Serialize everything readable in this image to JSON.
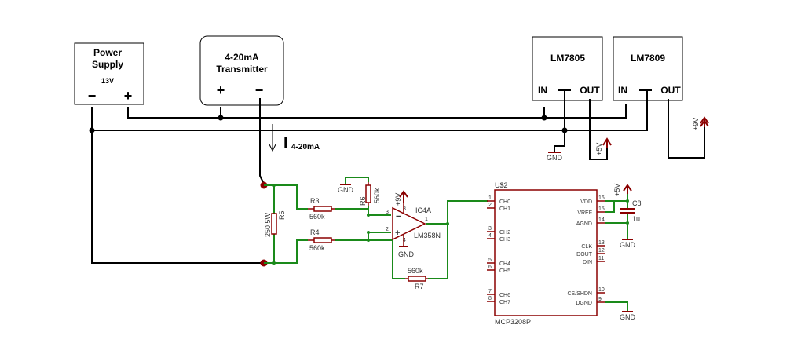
{
  "power_supply": {
    "line1": "Power",
    "line2": "Supply",
    "voltage": "13V",
    "minus": "−",
    "plus": "+"
  },
  "transmitter": {
    "line1": "4-20mA",
    "line2": "Transmitter",
    "plus": "+",
    "minus": "−"
  },
  "reg1": {
    "name": "LM7805",
    "in": "IN",
    "out": "OUT"
  },
  "reg2": {
    "name": "LM7809",
    "in": "IN",
    "out": "OUT"
  },
  "current_label": {
    "main": "I",
    "sub": "4-20mA"
  },
  "rails": {
    "v5": "+5V",
    "v9": "+9V",
    "gnd": "GND"
  },
  "resistors": {
    "r5": {
      "name": "R5",
      "value": "250 5W"
    },
    "r3": {
      "name": "R3",
      "value": "560k"
    },
    "r4": {
      "name": "R4",
      "value": "560k"
    },
    "r6": {
      "name": "R6",
      "value": "560k"
    },
    "r7": {
      "name": "R7",
      "value": "560k"
    }
  },
  "opamp": {
    "ref": "IC4A",
    "part": "LM358N",
    "pin_minus": "−",
    "pin_plus": "+"
  },
  "adc": {
    "ref": "U$2",
    "part": "MCP3208P",
    "left_pins": [
      {
        "num": "1",
        "name": "CH0"
      },
      {
        "num": "2",
        "name": "CH1"
      },
      {
        "num": "3",
        "name": "CH2"
      },
      {
        "num": "4",
        "name": "CH3"
      },
      {
        "num": "5",
        "name": "CH4"
      },
      {
        "num": "6",
        "name": "CH5"
      },
      {
        "num": "7",
        "name": "CH6"
      },
      {
        "num": "8",
        "name": "CH7"
      }
    ],
    "right_pins": [
      {
        "num": "16",
        "name": "VDD"
      },
      {
        "num": "15",
        "name": "VREF"
      },
      {
        "num": "14",
        "name": "AGND"
      },
      {
        "num": "13",
        "name": "CLK"
      },
      {
        "num": "12",
        "name": "DOUT"
      },
      {
        "num": "11",
        "name": "DIN"
      },
      {
        "num": "10",
        "name": "CS/SHDN"
      },
      {
        "num": "9",
        "name": "DGND"
      }
    ]
  },
  "capacitor": {
    "name": "C8",
    "value": "1u"
  }
}
